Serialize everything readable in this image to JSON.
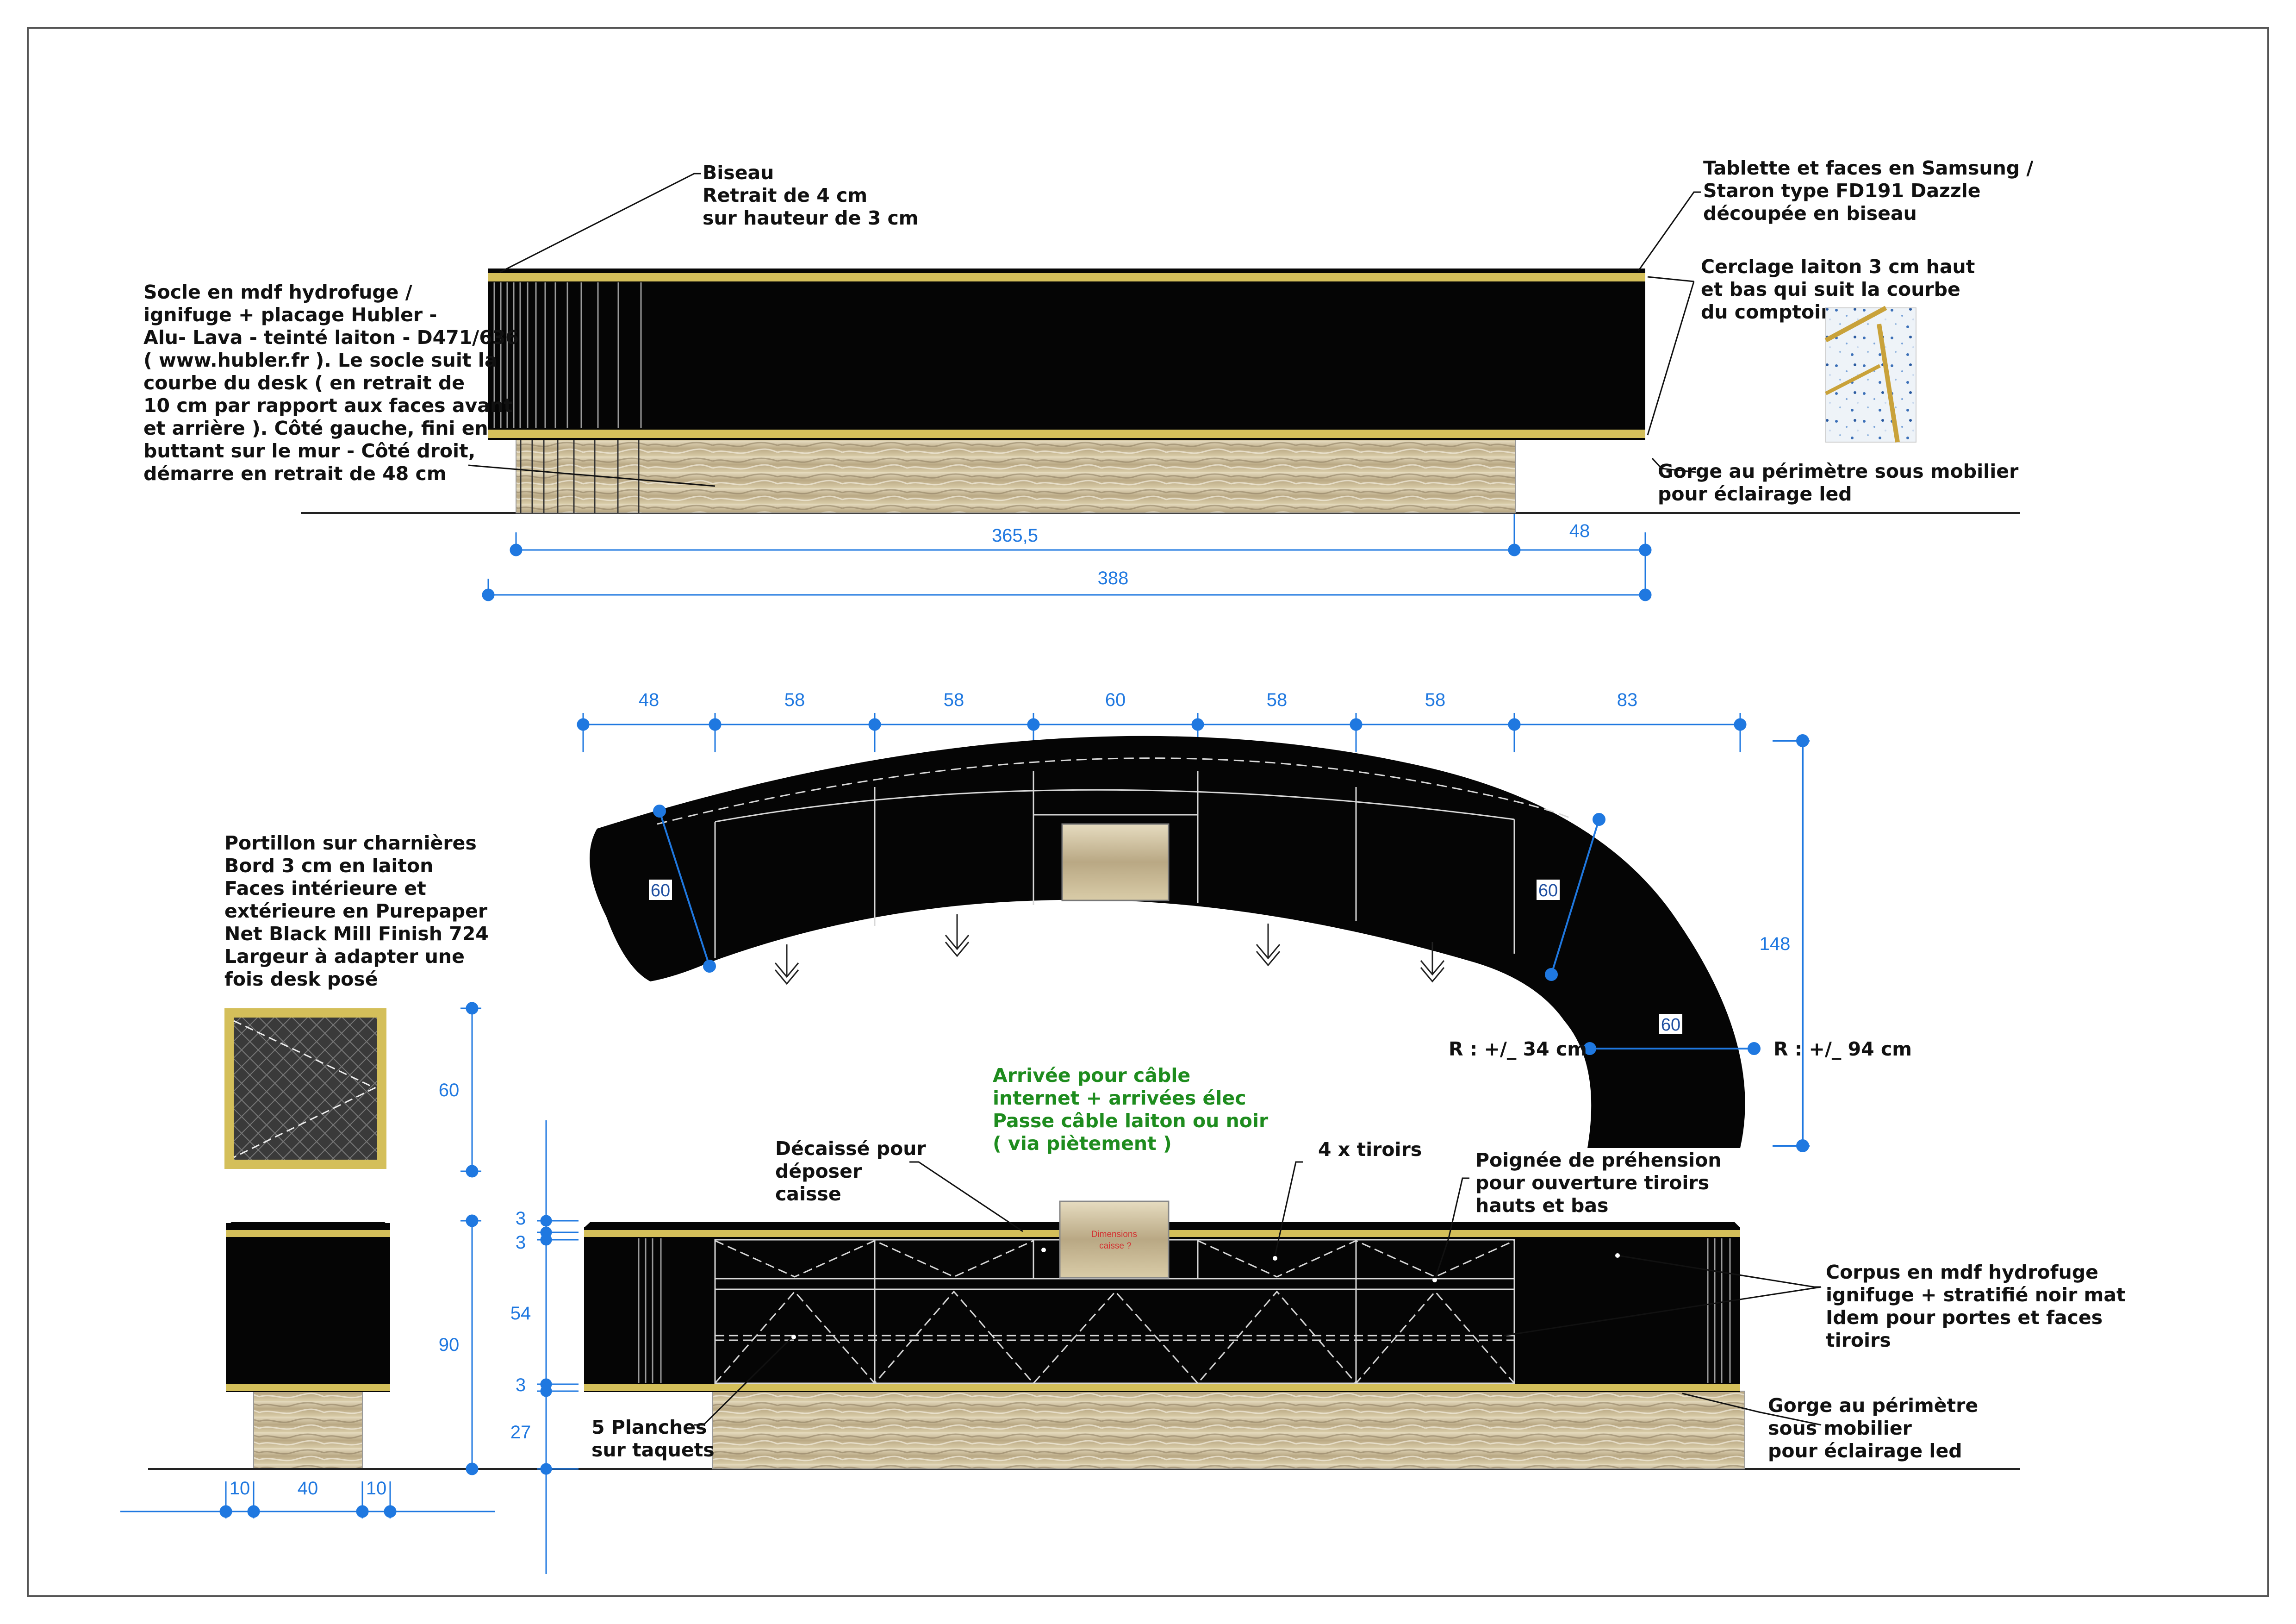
{
  "colors": {
    "dimension": "#1f78e0",
    "brass": "#d4bf5a",
    "corpus": "#050505",
    "callout_green": "#1e8c1e",
    "red_note": "#d23030"
  },
  "elevation": {
    "notes": {
      "biseau": [
        "Biseau",
        "Retrait de 4 cm",
        "sur hauteur de 3 cm"
      ],
      "tablette": [
        "Tablette et faces en Samsung /",
        "Staron type FD191 Dazzle",
        "découpée en biseau"
      ],
      "cerclage": [
        "Cerclage laiton 3 cm haut",
        "et bas qui suit la courbe",
        "du comptoir"
      ],
      "socle": [
        "Socle en mdf hydrofuge /",
        "ignifuge + placage Hubler -",
        "Alu- Lava - teinté laiton - D471/636",
        "( www.hubler.fr ). Le socle suit la",
        "courbe du desk ( en retrait de",
        "10 cm par rapport aux faces avant",
        "et arrière ). Côté gauche, fini en",
        "buttant sur le mur - Côté droit,",
        "démarre en retrait de 48 cm"
      ],
      "gorge": [
        "Gorge au périmètre sous mobilier",
        "pour éclairage led"
      ]
    },
    "dims": {
      "base": "365,5",
      "setback": "48",
      "total": "388"
    }
  },
  "plan": {
    "top_dims": [
      "48",
      "58",
      "58",
      "60",
      "58",
      "58",
      "83"
    ],
    "depth_left": "60",
    "depth_right": "60",
    "depth_curve": "60",
    "overall_depth": "148",
    "radius_inner": "R : +/_ 34 cm",
    "radius_outer": "R : +/_ 94 cm"
  },
  "portillon": {
    "notes": [
      "Portillon sur charnières",
      "Bord 3 cm en laiton",
      "Faces intérieure et",
      "extérieure en Purepaper",
      "Net Black Mill Finish 724",
      "Largeur à adapter une",
      "fois desk posé"
    ],
    "height": "60"
  },
  "front": {
    "cable_note": [
      "Arrivée pour câble",
      "internet + arrivées élec",
      "Passe câble laiton ou noir",
      "( via piètement )"
    ],
    "decaisse_note": [
      "Décaissé pour",
      "déposer",
      "caisse"
    ],
    "tiroirs_note": [
      "4 x tiroirs"
    ],
    "poignee_note": [
      "Poignée de préhension",
      "pour ouverture tiroirs",
      "hauts et bas"
    ],
    "corpus_note": [
      "Corpus en mdf hydrofuge",
      "ignifuge + stratifié noir mat",
      "Idem pour portes et faces",
      "tiroirs"
    ],
    "gorge_note": [
      "Gorge au périmètre",
      "sous mobilier",
      "pour éclairage led"
    ],
    "planches_note": [
      "5 Planches",
      "sur taquets"
    ],
    "caisse_label": [
      "Dimensions",
      "caisse ?"
    ],
    "vertical_dims": [
      "3",
      "3",
      "54",
      "3",
      "27"
    ],
    "section_height": "90",
    "section_bottom_dims": [
      "10",
      "40",
      "10"
    ]
  }
}
